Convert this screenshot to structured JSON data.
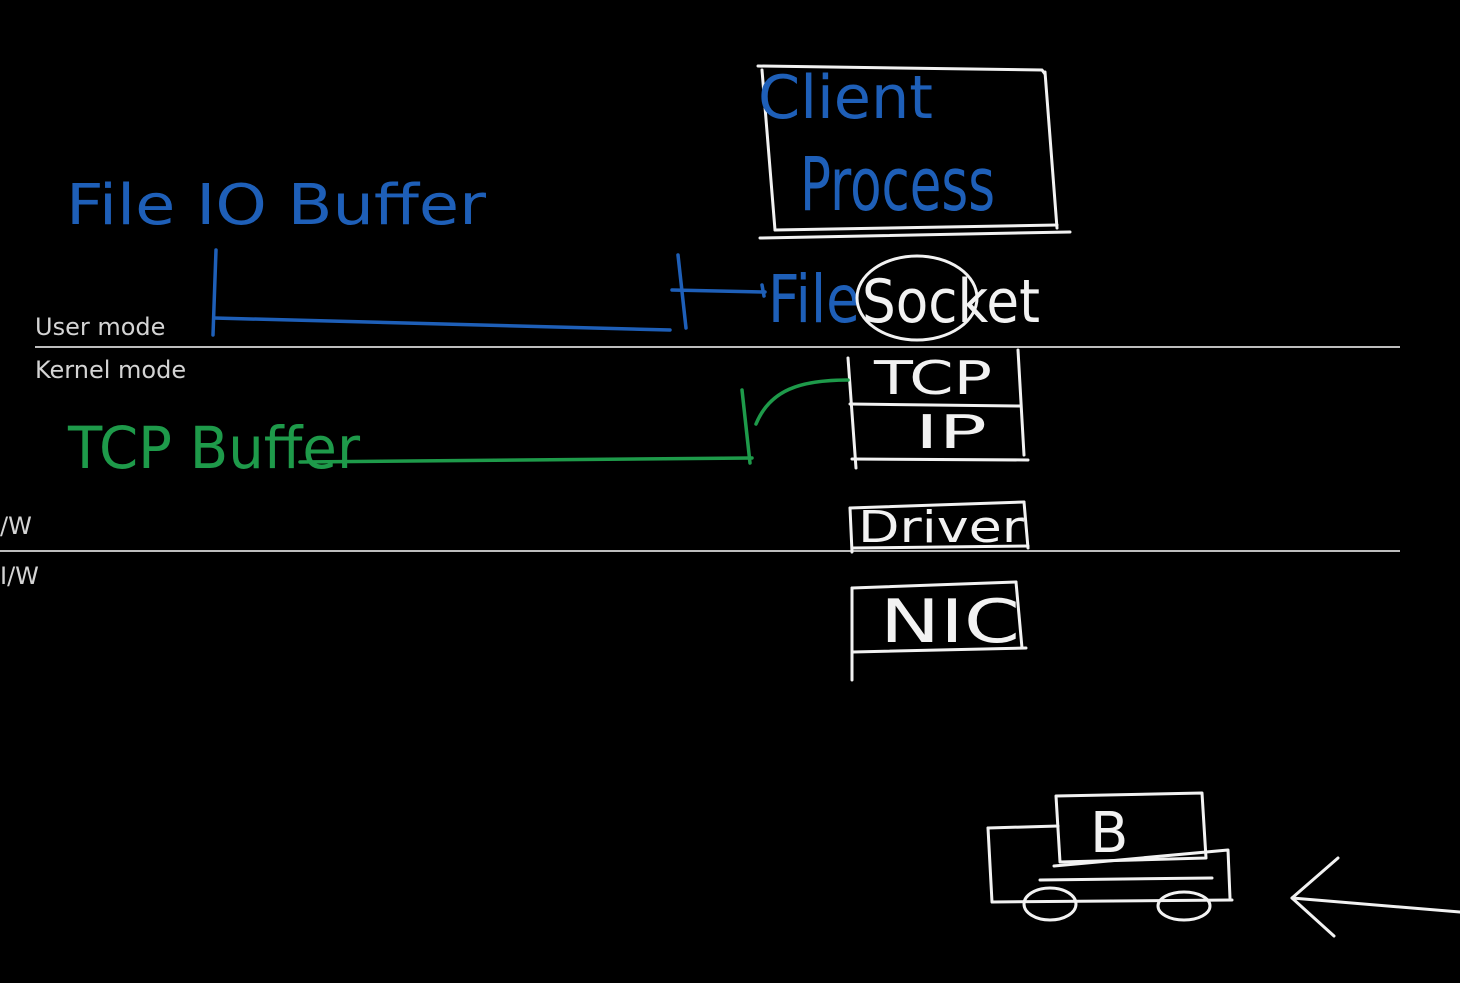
{
  "colors": {
    "background": "#000000",
    "divider": "#bdbdbd",
    "typed_text": "#d4d4d4",
    "ink_white": "#f2f2f2",
    "ink_blue": "#1e5fb8",
    "ink_green": "#1e9a4a"
  },
  "mode_labels": {
    "user_mode": "User mode",
    "kernel_mode": "Kernel mode",
    "sw": "/W",
    "hw": "I/W"
  },
  "blue_annotations": {
    "file_io_buffer": "File IO Buffer",
    "file": "File",
    "client": "Client"
  },
  "green_annotations": {
    "tcp_buffer": "TCP Buffer"
  },
  "stack": {
    "process": "Process",
    "socket": "Socket",
    "tcp": "TCP",
    "ip": "IP",
    "driver": "Driver",
    "nic": "NIC"
  },
  "truck": {
    "cargo_label": "B"
  }
}
